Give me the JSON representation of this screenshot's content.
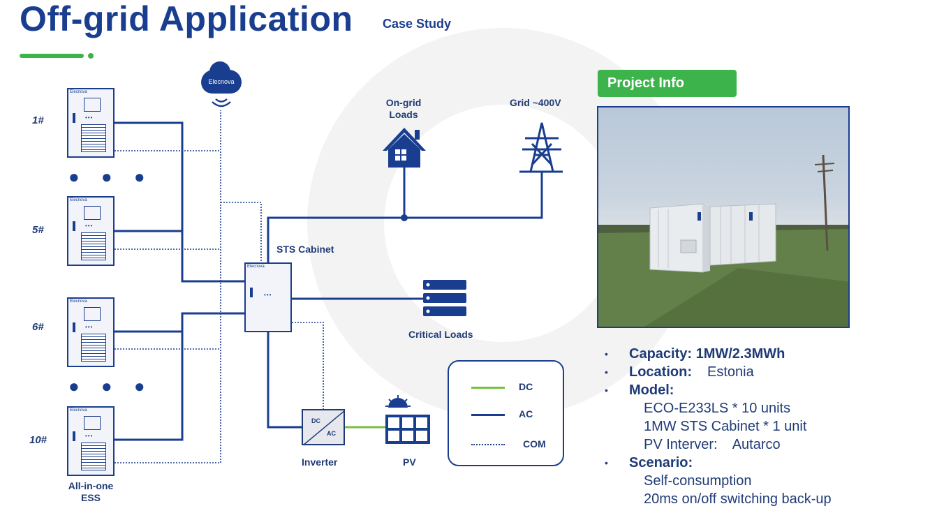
{
  "header": {
    "title": "Off-grid Application",
    "subtitle": "Case Study"
  },
  "units": [
    {
      "label": "1#",
      "brand": "Elecnova"
    },
    {
      "label": "5#",
      "brand": "Elecnova"
    },
    {
      "label": "6#",
      "brand": "Elecnova"
    },
    {
      "label": "10#",
      "brand": "Elecnova"
    }
  ],
  "ellipsis": "● ● ●",
  "ess_label": [
    "All-in-one",
    "ESS"
  ],
  "cloud_label": "Elecnova",
  "sts": {
    "label": "STS Cabinet",
    "brand": "Elecnova"
  },
  "loads": {
    "ongrid": [
      "On-grid",
      "Loads"
    ],
    "grid": "Grid ~400V",
    "critical": "Critical Loads"
  },
  "inverter": {
    "label": "Inverter",
    "dc": "DC",
    "ac": "AC"
  },
  "pv": {
    "label": "PV"
  },
  "legend": {
    "dc": "DC",
    "ac": "AC",
    "com": "COM"
  },
  "colors": {
    "dc": "#7ac143",
    "ac": "#1a3e8f",
    "com": "#1a3e8f",
    "accent": "#3cb44b"
  },
  "project": {
    "heading": "Project Info",
    "capacity_key": "Capacity: 1MW/2.3MWh",
    "location_key": "Location:",
    "location_val": "Estonia",
    "model_key": "Model:",
    "model_lines": [
      "ECO-E233LS * 10 units",
      "1MW STS Cabinet * 1 unit",
      "PV Interver:    Autarco"
    ],
    "scenario_key": "Scenario:",
    "scenario_lines": [
      "Self-consumption",
      "20ms on/off switching back-up"
    ],
    "bullet": "•"
  }
}
